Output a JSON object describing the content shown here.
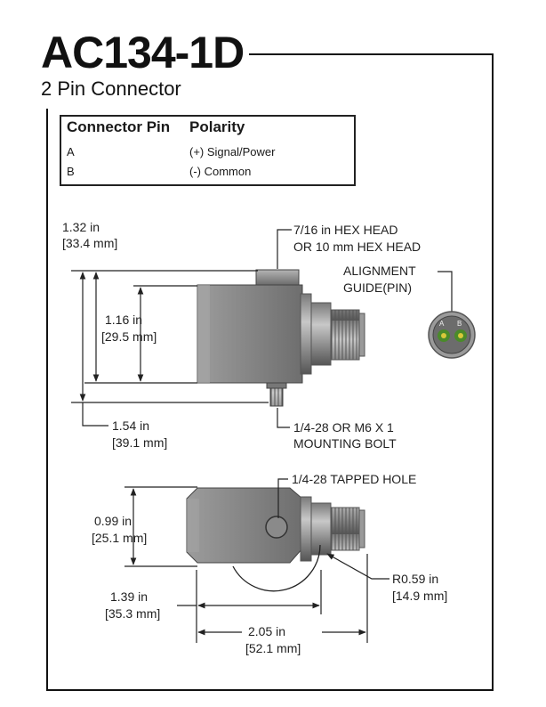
{
  "header": {
    "model": "AC134-1D",
    "subtitle": "2 Pin Connector"
  },
  "pin_table": {
    "headers": [
      "Connector Pin",
      "Polarity"
    ],
    "rows": [
      {
        "pin": "A",
        "polarity": "(+) Signal/Power"
      },
      {
        "pin": "B",
        "polarity": "(-) Common"
      }
    ]
  },
  "dimensions": {
    "height_top": {
      "imperial": "1.32 in",
      "metric": "[33.4 mm]"
    },
    "body_height": {
      "imperial": "1.16 in",
      "metric": "[29.5 mm]"
    },
    "overall_height": {
      "imperial": "1.54 in",
      "metric": "[39.1 mm]"
    },
    "hex_head": {
      "line1": "7/16 in HEX HEAD",
      "line2": "OR 10 mm HEX HEAD"
    },
    "alignment": {
      "line1": "ALIGNMENT",
      "line2": "GUIDE(PIN)"
    },
    "mounting_bolt": {
      "line1": "1/4-28 OR M6 X 1",
      "line2": "MOUNTING BOLT"
    },
    "tapped_hole": "1/4-28 TAPPED HOLE",
    "base_height": {
      "imperial": "0.99 in",
      "metric": "[25.1 mm]"
    },
    "base_width": {
      "imperial": "1.39 in",
      "metric": "[35.3 mm]"
    },
    "overall_length": {
      "imperial": "2.05 in",
      "metric": "[52.1 mm]"
    },
    "radius": {
      "imperial": "R0.59 in",
      "metric": "[14.9 mm]"
    },
    "pin_labels": [
      "A",
      "B"
    ]
  },
  "colors": {
    "body_gray": "#8e8e8e",
    "pin_green": "#4a8a2a",
    "pin_yellow": "#d8c83a"
  }
}
